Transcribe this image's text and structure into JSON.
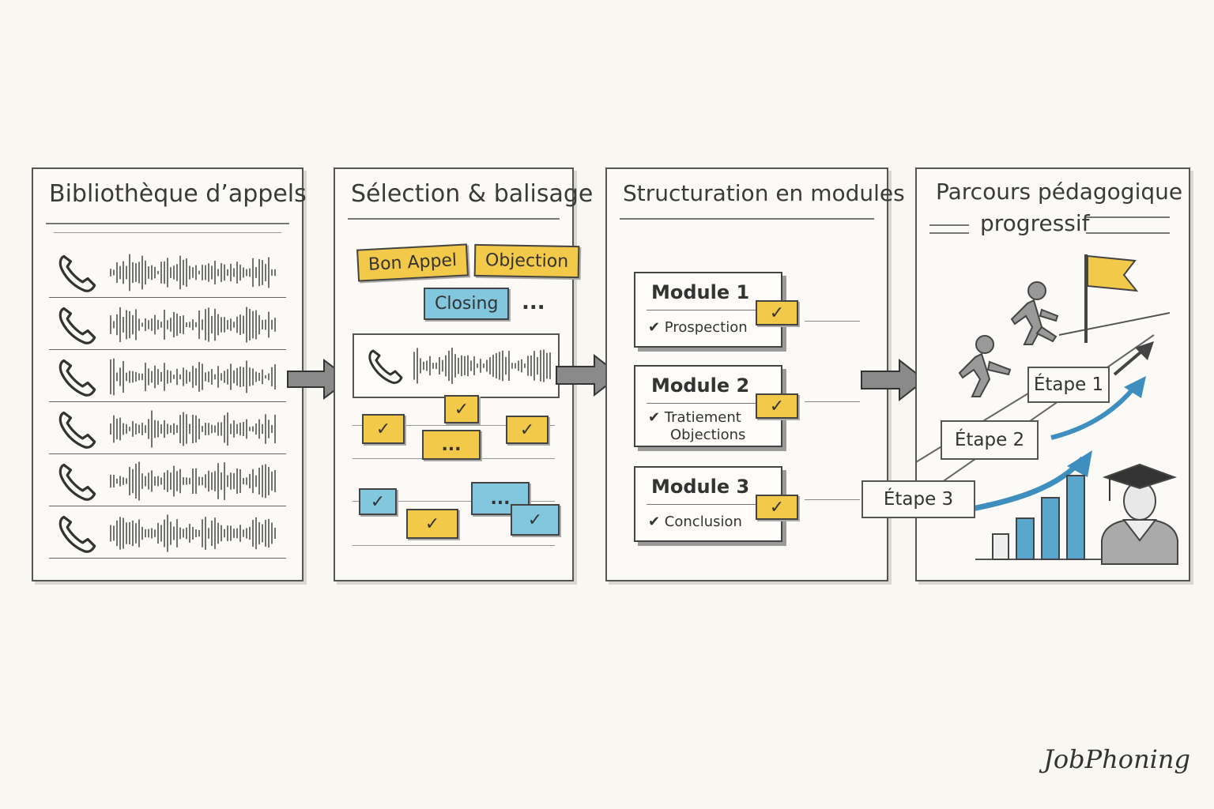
{
  "panels": {
    "library": {
      "title": "Bibliothèque d’appels"
    },
    "selection": {
      "title": "Sélection & balisage",
      "tags": [
        "Bon Appel",
        "Objection",
        "Closing",
        "..."
      ],
      "ellipsis": "..."
    },
    "structure": {
      "title": "Structuration en modules",
      "modules": [
        {
          "title": "Module 1",
          "items": [
            "✔ Prospection"
          ]
        },
        {
          "title": "Module 2",
          "items": [
            "✔ Tratiement",
            "Objections"
          ]
        },
        {
          "title": "Module 3",
          "items": [
            "✔ Conclusion"
          ]
        }
      ]
    },
    "path": {
      "title_line1": "Parcours pédagogique",
      "title_line2": "progressif",
      "steps": [
        "Étape 1",
        "Étape 2",
        "Étape 3"
      ]
    }
  },
  "checkmark": "✓",
  "brand": "JobPhoning",
  "colors": {
    "yellow": "#f3c94a",
    "blue": "#82c7de",
    "line": "#444444",
    "paper": "#f8f7f1"
  }
}
